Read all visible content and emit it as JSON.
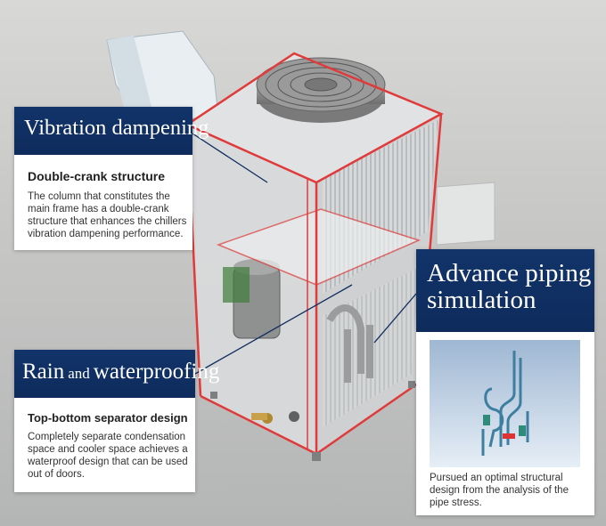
{
  "callouts": {
    "vibration": {
      "title": "Vibration dampening",
      "subtitle": "Double-crank structure",
      "description": "The column that constitutes the main frame has a double-crank structure that enhances the chillers vibration dampening performance."
    },
    "rain": {
      "title_part1": "Rain",
      "title_part2": "and",
      "title_part3": "waterproofing",
      "subtitle": "Top-bottom separator design",
      "description": "Completely separate condensation space and cooler space achieves a waterproof design that can be used out of doors."
    },
    "piping": {
      "title": "Advance piping simulation",
      "description": "Pursued an optimal structural design from the analysis of the pipe stress."
    }
  },
  "colors": {
    "banner_navy": "#0f2d5f",
    "frame_red": "#e03a3a",
    "panel_white": "#ffffff"
  }
}
